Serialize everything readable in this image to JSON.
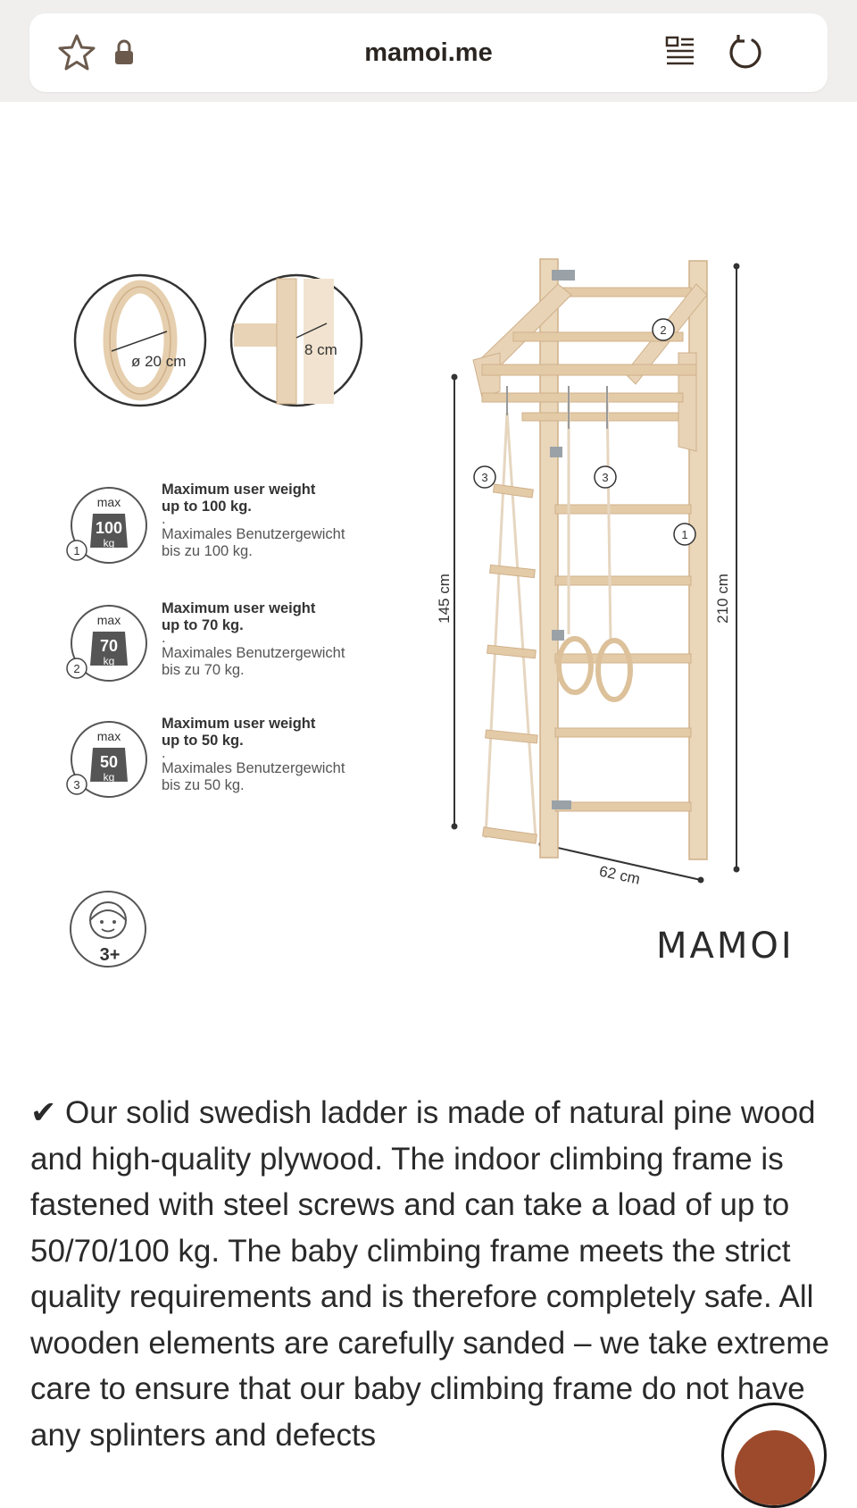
{
  "browser": {
    "url": "mamoi.me",
    "icons": [
      "star-icon",
      "lock-icon",
      "reader-mode-icon",
      "reload-icon"
    ]
  },
  "figure": {
    "ring_diameter": "ø 20 cm",
    "rung_width": "8 cm",
    "badges": [
      {
        "max": "max",
        "value": "100",
        "unit": "kg",
        "number": "1",
        "en_line1": "Maximum user weight",
        "en_line2": "up to 100 kg.",
        "sep": ".",
        "de_line1": "Maximales Benutzergewicht",
        "de_line2": "bis zu 100 kg."
      },
      {
        "max": "max",
        "value": "70",
        "unit": "kg",
        "number": "2",
        "en_line1": "Maximum user weight",
        "en_line2": "up to 70 kg.",
        "sep": ".",
        "de_line1": "Maximales Benutzergewicht",
        "de_line2": "bis zu 70 kg."
      },
      {
        "max": "max",
        "value": "50",
        "unit": "kg",
        "number": "3",
        "en_line1": "Maximum user weight",
        "en_line2": "up to 50 kg.",
        "sep": ".",
        "de_line1": "Maximales Benutzergewicht",
        "de_line2": "bis zu 50 kg."
      }
    ],
    "age": "3+",
    "height_ladder": "145 cm",
    "height_total": "210 cm",
    "width": "62 cm",
    "callouts": [
      "1",
      "2",
      "3",
      "3"
    ],
    "brand": "MAMOI"
  },
  "description": "✔ Our solid swedish ladder is made of natural pine wood and high-quality plywood. The indoor climbing frame is fastened with steel screws and can take a load of up to 50/70/100 kg. The baby climbing frame meets the strict quality requirements and is therefore completely safe. All wooden elements are carefully sanded – we take extreme care to ensure that our baby climbing frame do not have any splinters and defects",
  "colors": {
    "wood": "#e8d3b6",
    "wood_dark": "#cfb08a",
    "fab": "#9c4a2b"
  }
}
